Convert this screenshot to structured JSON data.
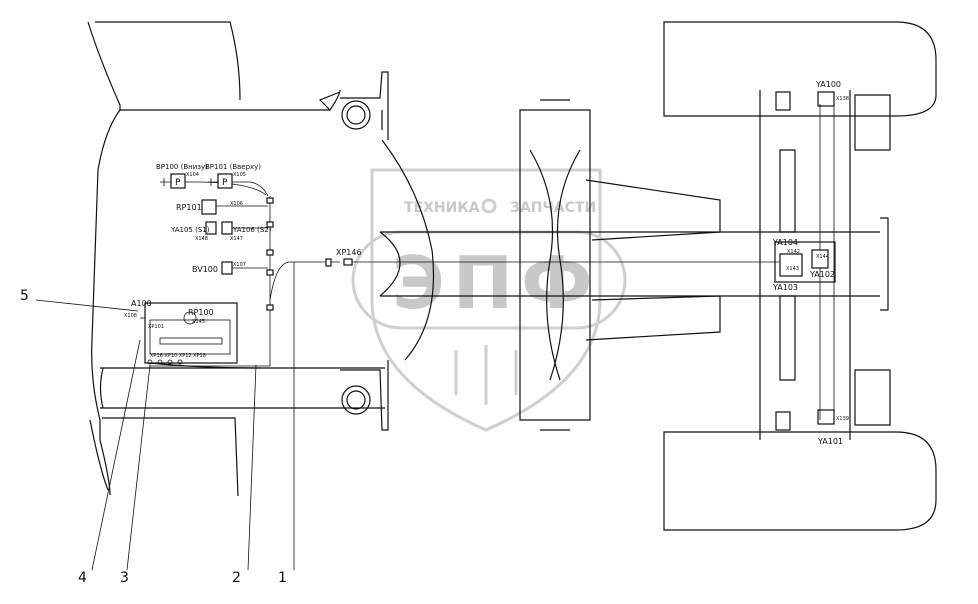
{
  "watermark": {
    "top_text_left": "ТЕХНИКА",
    "top_text_right": "ЗАПЧАСТИ",
    "letters": "ЭПФ"
  },
  "labels": {
    "bp100": "BP100 (Внизу)",
    "bp101": "BP101 (Вверху)",
    "rp101": "RP101",
    "ya105": "YA105 (S1)",
    "ya106": "YA106 (S2)",
    "bv100": "BV100",
    "a100": "A100",
    "rp100": "RP100",
    "xp146": "XP146",
    "ya100": "YA100",
    "ya101": "YA101",
    "ya102": "YA102",
    "ya103": "YA103",
    "ya104": "YA104"
  },
  "connectors": {
    "x104": "X104",
    "x105": "X105",
    "x106": "X106",
    "x148": "X148",
    "x147": "X147",
    "x107": "X107",
    "x108": "X108",
    "xp101": "XP101",
    "x145": "X145",
    "x142": "X142",
    "x143": "X143",
    "x144": "X144",
    "x138": "X138",
    "x139": "X139",
    "a100_row": "XP16 XP10 XP12 XP18"
  },
  "callouts": [
    "5",
    "4",
    "3",
    "2",
    "1"
  ],
  "pressure_symbol": "P"
}
